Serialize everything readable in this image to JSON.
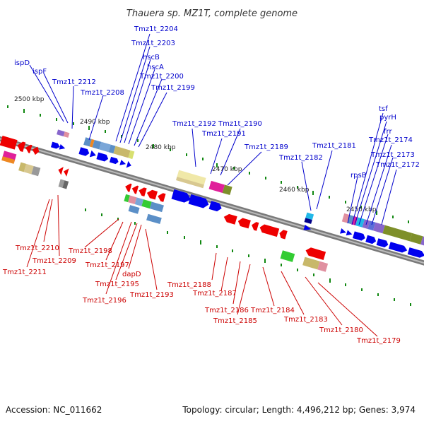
{
  "title": "Thauera sp. MZ1T, complete genome",
  "accession_text": "Accession: NC_011662",
  "topology_text": "Topology: circular; Length: 4,496,212 bp; Genes: 3,974",
  "scale_labels": [
    "2500 kbp",
    "2490 kbp",
    "2480 kbp",
    "2470 kbp",
    "2460 kbp",
    "2450 kbp"
  ],
  "forward_labels": [
    "ispD",
    "ispF",
    "Tmz1t_2212",
    "Tmz1t_2208",
    "Tmz1t_2204",
    "Tmz1t_2203",
    "hscB",
    "hscA",
    "Tmz1t_2200",
    "Tmz1t_2199",
    "Tmz1t_2192",
    "Tmz1t_2191",
    "Tmz1t_2190",
    "Tmz1t_2189",
    "Tmz1t_2182",
    "Tmz1t_2181",
    "tsf",
    "pyrH",
    "frr",
    "Tmz1t_2174",
    "rpsB",
    "Tmz1t_2173",
    "Tmz1t_2172"
  ],
  "reverse_labels": [
    "Tmz1t_2210",
    "Tmz1t_2209",
    "Tmz1t_2211",
    "Tmz1t_2198",
    "Tmz1t_2197",
    "dapD",
    "Tmz1t_2195",
    "Tmz1t_2196",
    "Tmz1t_2193",
    "Tmz1t_2188",
    "Tmz1t_2187",
    "Tmz1t_2186",
    "Tmz1t_2185",
    "Tmz1t_2184",
    "Tmz1t_2183",
    "Tmz1t_2180",
    "Tmz1t_2179"
  ],
  "colors": {
    "forward_cds": "#0000ee",
    "reverse_cds": "#ee0000",
    "scale_dash": "#118811",
    "backbone": "#888888",
    "forward_label": "#0000cc",
    "reverse_label": "#cc0000",
    "cog_tan": "#c8b86a",
    "cog_steel": "#5b8fc7",
    "cog_pink": "#e090a0",
    "cog_magenta": "#e0209a",
    "cog_olive": "#7e8f2a",
    "cog_green": "#33cc33",
    "cog_cyan": "#22b8e8",
    "cog_purple": "#8866cc",
    "cog_orange": "#ee8822",
    "cog_grey": "#999999",
    "cog_pale": "#f0e8a8"
  }
}
